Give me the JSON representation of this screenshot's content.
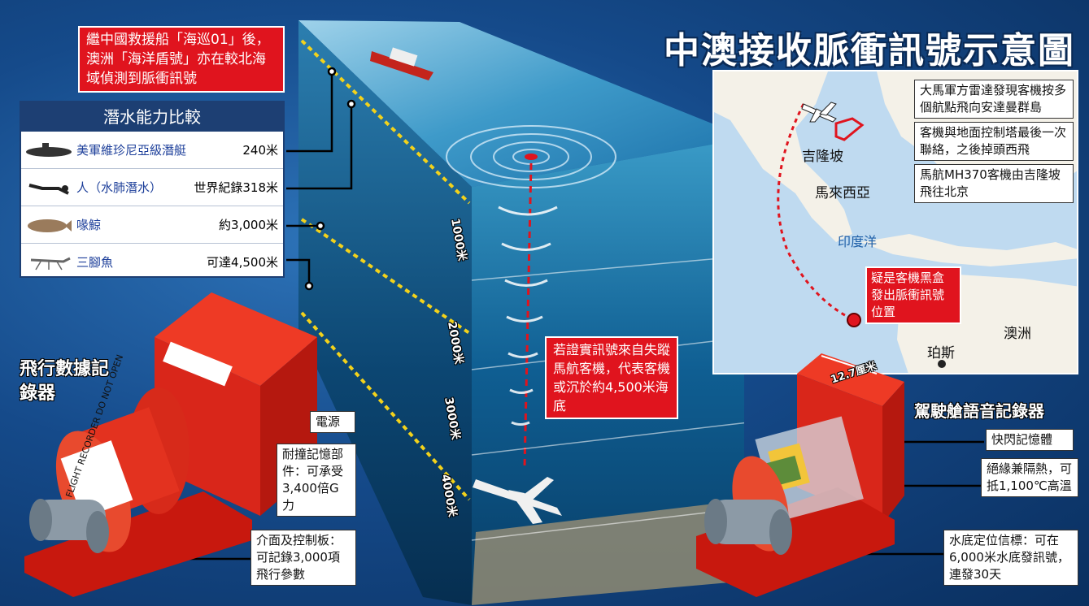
{
  "title": "中澳接收脈衝訊號示意圖",
  "intro": "繼中國救援船「海巡01」後，澳洲「海洋盾號」亦在較北海域偵測到脈衝訊號",
  "comparison": {
    "title": "潛水能力比較",
    "rows": [
      {
        "icon": "submarine-icon",
        "name": "美軍維珍尼亞級潛艇",
        "depth": "240米"
      },
      {
        "icon": "diver-icon",
        "name": "人（水肺潛水）",
        "depth": "世界紀錄318米"
      },
      {
        "icon": "whale-icon",
        "name": "喙鯨",
        "depth": "約3,000米"
      },
      {
        "icon": "tripod-fish-icon",
        "name": "三腳魚",
        "depth": "可達4,500米"
      }
    ]
  },
  "depth_marks": [
    "1000米",
    "2000米",
    "3000米",
    "4000米"
  ],
  "signal_note": "若證實訊號來自失蹤馬航客機，代表客機或沉於約4,500米海底",
  "map": {
    "notes": [
      "大馬軍方雷達發現客機按多個航點飛向安達曼群島",
      "客機與地面控制塔最後一次聯絡，之後掉頭西飛",
      "馬航MH370客機由吉隆坡飛往北京"
    ],
    "places": {
      "kl": "吉隆坡",
      "malaysia": "馬來西亞",
      "ocean": "印度洋",
      "australia": "澳洲",
      "perth": "珀斯"
    },
    "blackbox_note": "疑是客機黑盒發出脈衝訊號位置"
  },
  "fdr": {
    "title": "飛行數據記錄器",
    "casing_text": "FLIGHT RECORDER DO NOT OPEN",
    "labels": [
      "電源",
      "耐撞記憶部件：可承受3,400倍G力",
      "介面及控制板：可記錄3,000項飛行參數"
    ]
  },
  "cvr": {
    "title": "駕駛艙語音記錄器",
    "size": "12.7厘米",
    "labels": [
      "快閃記憶體",
      "絕緣兼隔熱，可抵1,100℃高溫",
      "水底定位信標：可在6,000米水底發訊號，連發30天"
    ]
  },
  "colors": {
    "accent": "#e0141e",
    "navy": "#1d3f73",
    "ocean": "#0f4f8a"
  }
}
